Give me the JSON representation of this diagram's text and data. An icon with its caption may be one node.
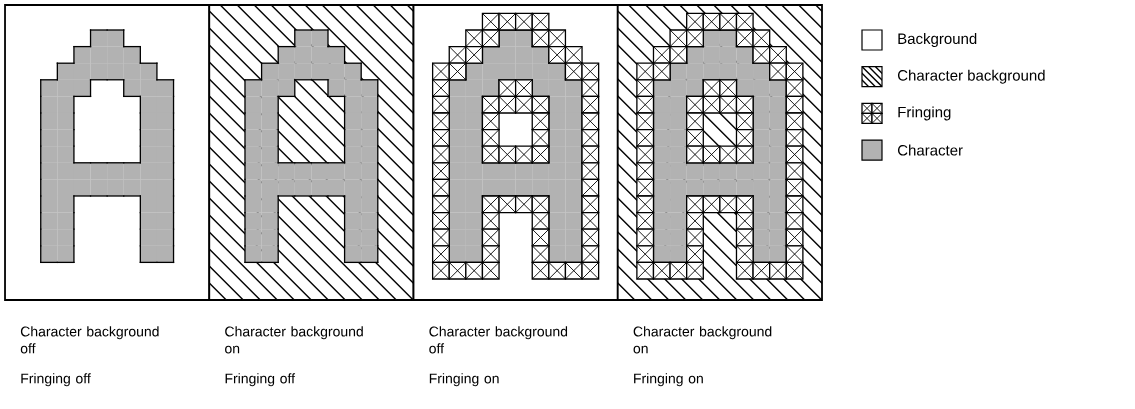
{
  "diagram": {
    "labels": [
      "Character background off",
      "Character background on",
      "Character background off",
      "Character background on",
      "Fringing off",
      "Fringing off",
      "Fringing on",
      "Fringing on"
    ],
    "legend": [
      {
        "text": "Background"
      },
      {
        "text": "Character background"
      },
      {
        "text": "Fringing"
      },
      {
        "text": "Character"
      }
    ]
  }
}
